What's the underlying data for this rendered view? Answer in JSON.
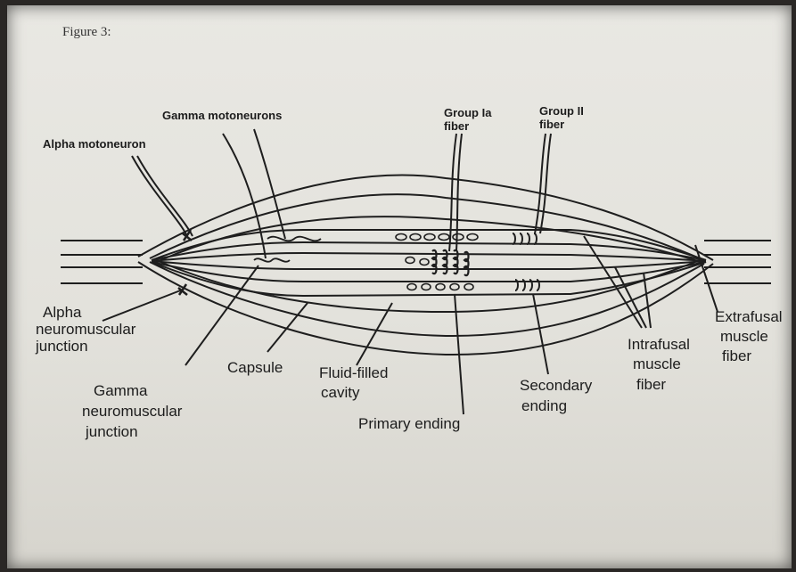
{
  "figure_title": "Figure 3:",
  "labels": {
    "alpha_motoneuron": "Alpha motoneuron",
    "gamma_motoneurons": "Gamma motoneurons",
    "group_ia_fiber": [
      "Group Ia",
      "fiber"
    ],
    "group_ii_fiber": [
      "Group II",
      "fiber"
    ],
    "alpha_nmj": [
      "Alpha",
      "neuromuscular",
      "junction"
    ],
    "gamma_nmj": [
      "Gamma",
      "neuromuscular",
      "junction"
    ],
    "capsule": "Capsule",
    "fluid_cavity": [
      "Fluid-filled",
      "cavity"
    ],
    "primary_ending": "Primary ending",
    "secondary_ending": [
      "Secondary",
      "ending"
    ],
    "intrafusal": [
      "Intrafusal",
      "muscle",
      "fiber"
    ],
    "extrafusal": [
      "Extrafusal",
      "muscle",
      "fiber"
    ]
  }
}
